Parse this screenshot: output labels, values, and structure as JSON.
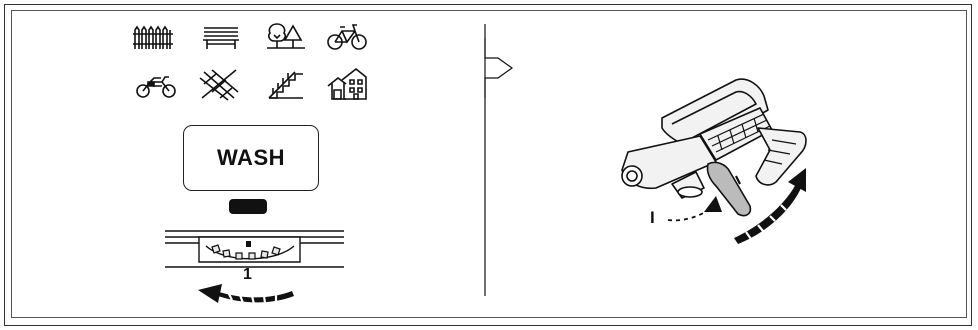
{
  "panel_button": {
    "label": "WASH"
  },
  "step_labels": {
    "dial_step": "1",
    "trigger_step": "I"
  },
  "icons": [
    "fence-icon",
    "bench-icon",
    "trees-icon",
    "bicycle-icon",
    "motorcycle-icon",
    "paving-icon",
    "stairs-icon",
    "house-icon"
  ],
  "colors": {
    "ink": "#111111",
    "frame": "#333333",
    "gun_body": "#f2f2f2"
  }
}
